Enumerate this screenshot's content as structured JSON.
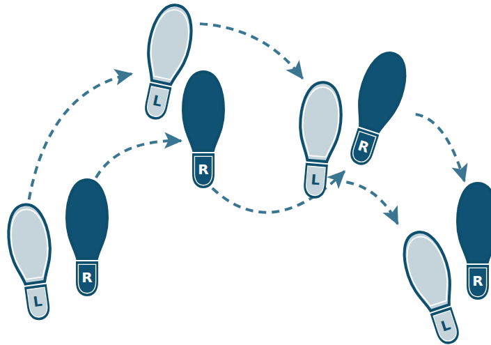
{
  "diagram": {
    "nodes": [
      {
        "text": [
          "L"
        ]
      },
      {
        "text": [
          "R"
        ]
      },
      {
        "text": [
          "L"
        ]
      },
      {
        "text": [
          "R"
        ]
      },
      {
        "text": [
          "L"
        ]
      },
      {
        "text": [
          "R"
        ]
      },
      {
        "text": [
          "L"
        ]
      },
      {
        "text": [
          "R"
        ]
      }
    ],
    "edges": [
      {
        "from": 0,
        "to": 2,
        "arrow": "to"
      },
      {
        "from": 1,
        "to": 3,
        "arrow": "to"
      },
      {
        "from": 2,
        "to": 4,
        "arrow": "to"
      },
      {
        "from": 3,
        "to": 5,
        "arrow": "to"
      },
      {
        "from": 4,
        "to": 6,
        "arrow": "to"
      },
      {
        "from": 5,
        "to": 7,
        "arrow": "to"
      }
    ]
  }
}
